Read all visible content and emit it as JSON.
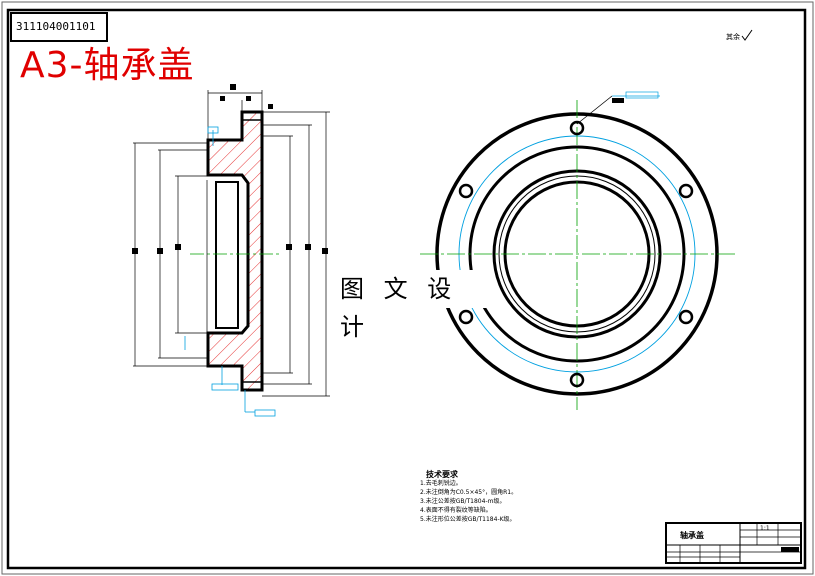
{
  "drawing_code": "311104001101",
  "title": "A3-轴承盖",
  "watermark": "图 文 设 计",
  "roughness_note": "其余",
  "notes": {
    "title": "技术要求",
    "items": [
      "1.去毛刺锐边。",
      "2.未注倒角为C0.5×45°，圆角R1。",
      "3.未注公差按GB/T1804-m级。",
      "4.表面不得有裂纹等缺陷。",
      "5.未注形位公差按GB/T1184-K级。"
    ]
  },
  "title_block": {
    "part_name": "轴承盖",
    "scale": "1:1"
  },
  "colors": {
    "outline": "#000000",
    "hatch": "#e00000",
    "center_line": "#00a000",
    "annotation": "#00a0e0",
    "title": "#e00000"
  }
}
